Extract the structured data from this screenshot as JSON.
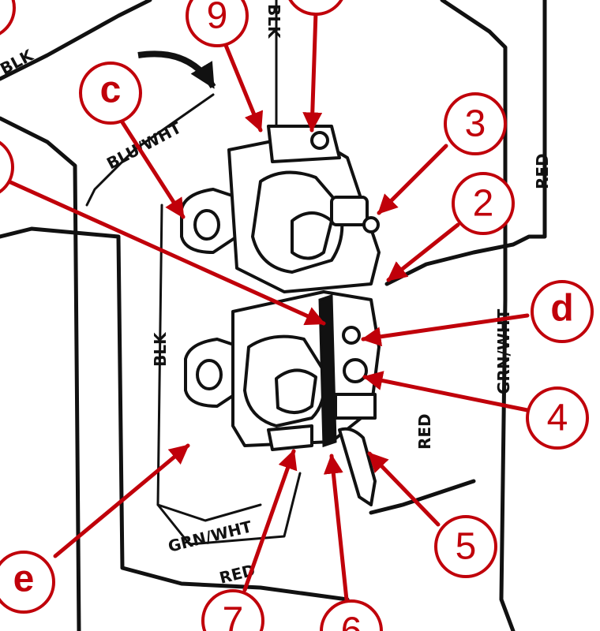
{
  "wire_labels": {
    "blk_top_left": "BLK",
    "blk_top": "BLK",
    "blu_wht": "BLU/WHT",
    "blk_left": "BLK",
    "red_right": "RED",
    "grn_wht_right": "GRN/WHT",
    "red_lower_right": "RED",
    "grn_wht_bottom": "GRN/WHT",
    "red_bottom": "RED"
  },
  "callouts": {
    "nine": "9",
    "c": "c",
    "three": "3",
    "two": "2",
    "d": "d",
    "four": "4",
    "five": "5",
    "e": "e",
    "seven": "7",
    "six": "6"
  },
  "colors": {
    "callout_red": "#c0000a",
    "line_black": "#111111",
    "background": "#ffffff"
  }
}
